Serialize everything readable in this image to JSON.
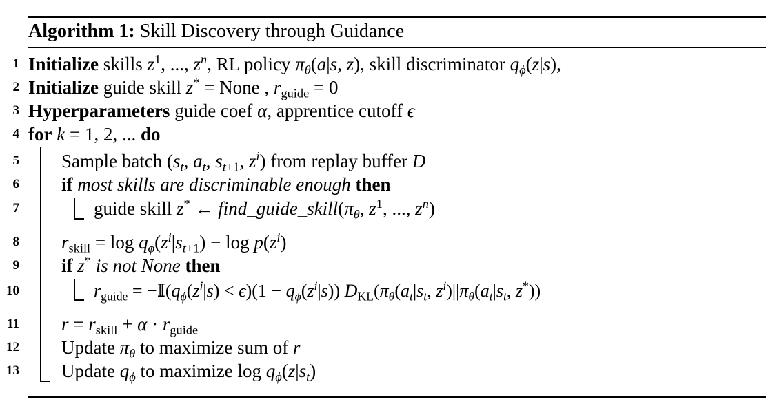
{
  "algorithm": {
    "label": "Algorithm 1:",
    "title": "Skill Discovery through Guidance"
  },
  "lines": [
    {
      "num": "1",
      "kw": "Initialize",
      "text": " skills z¹, ..., zⁿ, RL policy πθ(a|s, z), skill discriminator qϕ(z|s),"
    },
    {
      "num": "2",
      "kw": "Initialize",
      "text": " guide skill z* = None , r_guide = 0"
    },
    {
      "num": "3",
      "kw": "Hyperparameters",
      "text": " guide coef α, apprentice cutoff ϵ"
    },
    {
      "num": "4",
      "kw": "for",
      "text": " k = 1, 2, ... do"
    },
    {
      "num": "5",
      "text": "Sample batch (s_t, a_t, s_t+1, zⁱ) from replay buffer D"
    },
    {
      "num": "6",
      "kw": "if",
      "text": " most skills are discriminable enough then"
    },
    {
      "num": "7",
      "text": "guide skill z* ← find_guide_skill(πθ, z¹, ..., zⁿ)"
    },
    {
      "num": "8",
      "text": "r_skill = log qϕ(zⁱ|s_t+1) − log p(zⁱ)"
    },
    {
      "num": "9",
      "kw": "if",
      "text": " z* is not None then"
    },
    {
      "num": "10",
      "text": "r_guide = −𝕀(qϕ(zⁱ|s) < ϵ)(1 − qϕ(zⁱ|s)) D_KL(πθ(a_t|s_t, zⁱ)||πθ(a_t|s_t, z*))"
    },
    {
      "num": "11",
      "text": "r = r_skill + α · r_guide"
    },
    {
      "num": "12",
      "text": "Update πθ to maximize sum of r"
    },
    {
      "num": "13",
      "text": "Update qϕ to maximize log qϕ(z|s_t)"
    }
  ]
}
